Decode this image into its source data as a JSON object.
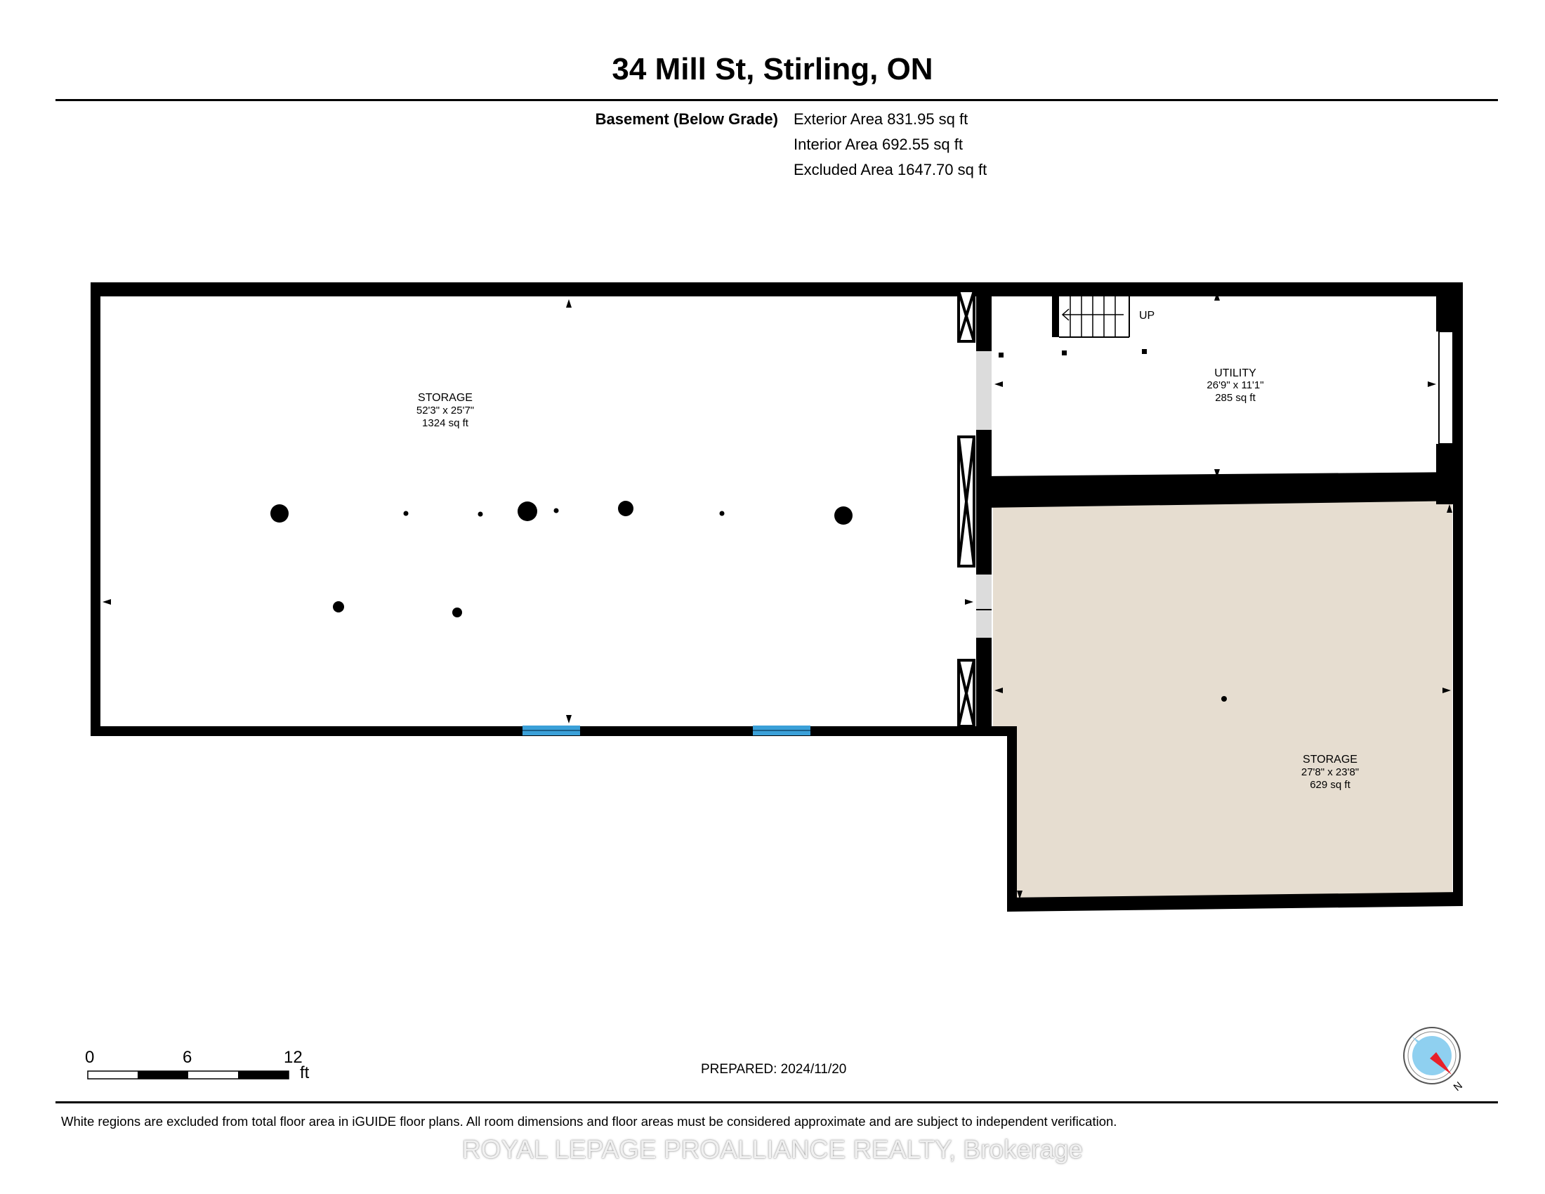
{
  "title": "34 Mill St, Stirling, ON",
  "level": {
    "name": "Basement (Below Grade)",
    "exterior_area": "Exterior Area 831.95 sq ft",
    "interior_area": "Interior Area 692.55 sq ft",
    "excluded_area": "Excluded Area 1647.70 sq ft"
  },
  "rooms": [
    {
      "name": "STORAGE",
      "dims": "52'3\" x 25'7\"",
      "area": "1324 sq ft"
    },
    {
      "name": "UTILITY",
      "dims": "26'9\" x 11'1\"",
      "area": "285 sq ft"
    },
    {
      "name": "STORAGE",
      "dims": "27'8\" x 23'8\"",
      "area": "629 sq ft"
    }
  ],
  "stairs_label": "UP",
  "scale": {
    "ticks": [
      "0",
      "6",
      "12"
    ],
    "unit": "ft"
  },
  "prepared": "PREPARED: 2024/11/20",
  "compass_label": "N",
  "disclaimer": "White regions are excluded from total floor area in iGUIDE floor plans. All room dimensions and floor areas must be considered approximate and are subject to independent verification.",
  "watermark": "ROYAL LEPAGE PROALLIANCE REALTY, Brokerage",
  "colors": {
    "wall": "#000000",
    "storage_fill": "#e6ddd0",
    "window": "#3aa0d8",
    "compass_blue": "#8fd0f0",
    "compass_red": "#e8202a"
  }
}
